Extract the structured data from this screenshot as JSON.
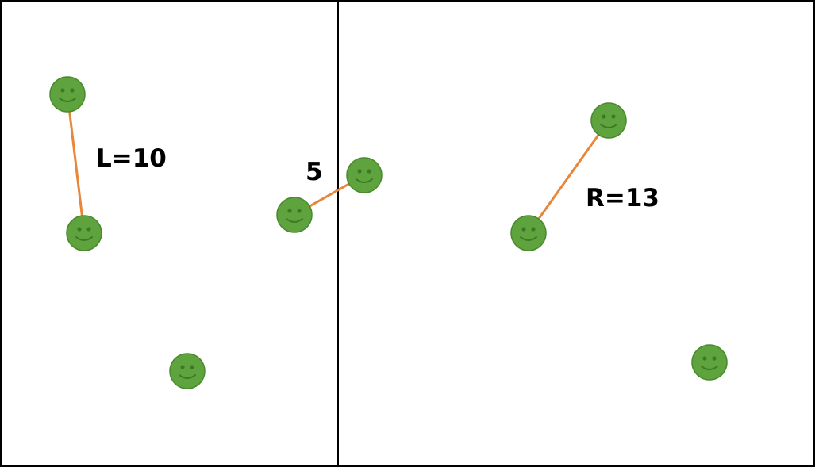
{
  "labels": {
    "left": "L=10",
    "middle": "5",
    "right": "R=13"
  },
  "icons": {
    "person": "smiley-face-icon"
  },
  "colors": {
    "face_fill": "#5fa33e",
    "face_stroke": "#4a8a2e",
    "face_features": "#3b7a24",
    "edge": "#e8863a",
    "border": "#000000"
  }
}
